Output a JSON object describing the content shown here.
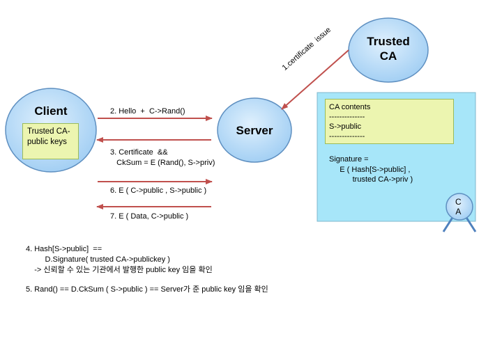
{
  "nodes": {
    "client": {
      "label": "Client",
      "inner_box": "Trusted CA-\npublic keys"
    },
    "server": {
      "label": "Server"
    },
    "trusted_ca": {
      "label": "Trusted\nCA"
    }
  },
  "arrows": {
    "certificate_issue": "1.certificate  issue",
    "step2": "2. Hello  +  C->Rand()",
    "step3": "3. Certificate  &&\n   CkSum = E (Rand(), S->priv)",
    "step6": "6. E ( C->public , S->public )",
    "step7": "7. E ( Data, C->public )"
  },
  "certificate": {
    "contents_box": "CA contents\n--------------\nS->public\n--------------",
    "signature": "Signature =\n     E ( Hash[S->public] ,\n           trusted CA->priv )",
    "stamp": "C\nA"
  },
  "notes": {
    "note4": "4. Hash[S->public]  ==\n         D.Signature( trusted CA->publickey )\n    -> 신뢰할 수 있는 기관에서 발행한 public key 임을 확인",
    "note5": "5. Rand() == D.CkSum ( S->public ) == Server가 준 public key 임을 확인"
  },
  "colors": {
    "node_fill": "#b7dcf7",
    "node_stroke": "#5e8fc0",
    "inner_box": "#ecf5b0",
    "cert_fill": "#a7e6f9",
    "arrow": "#c0504d"
  }
}
